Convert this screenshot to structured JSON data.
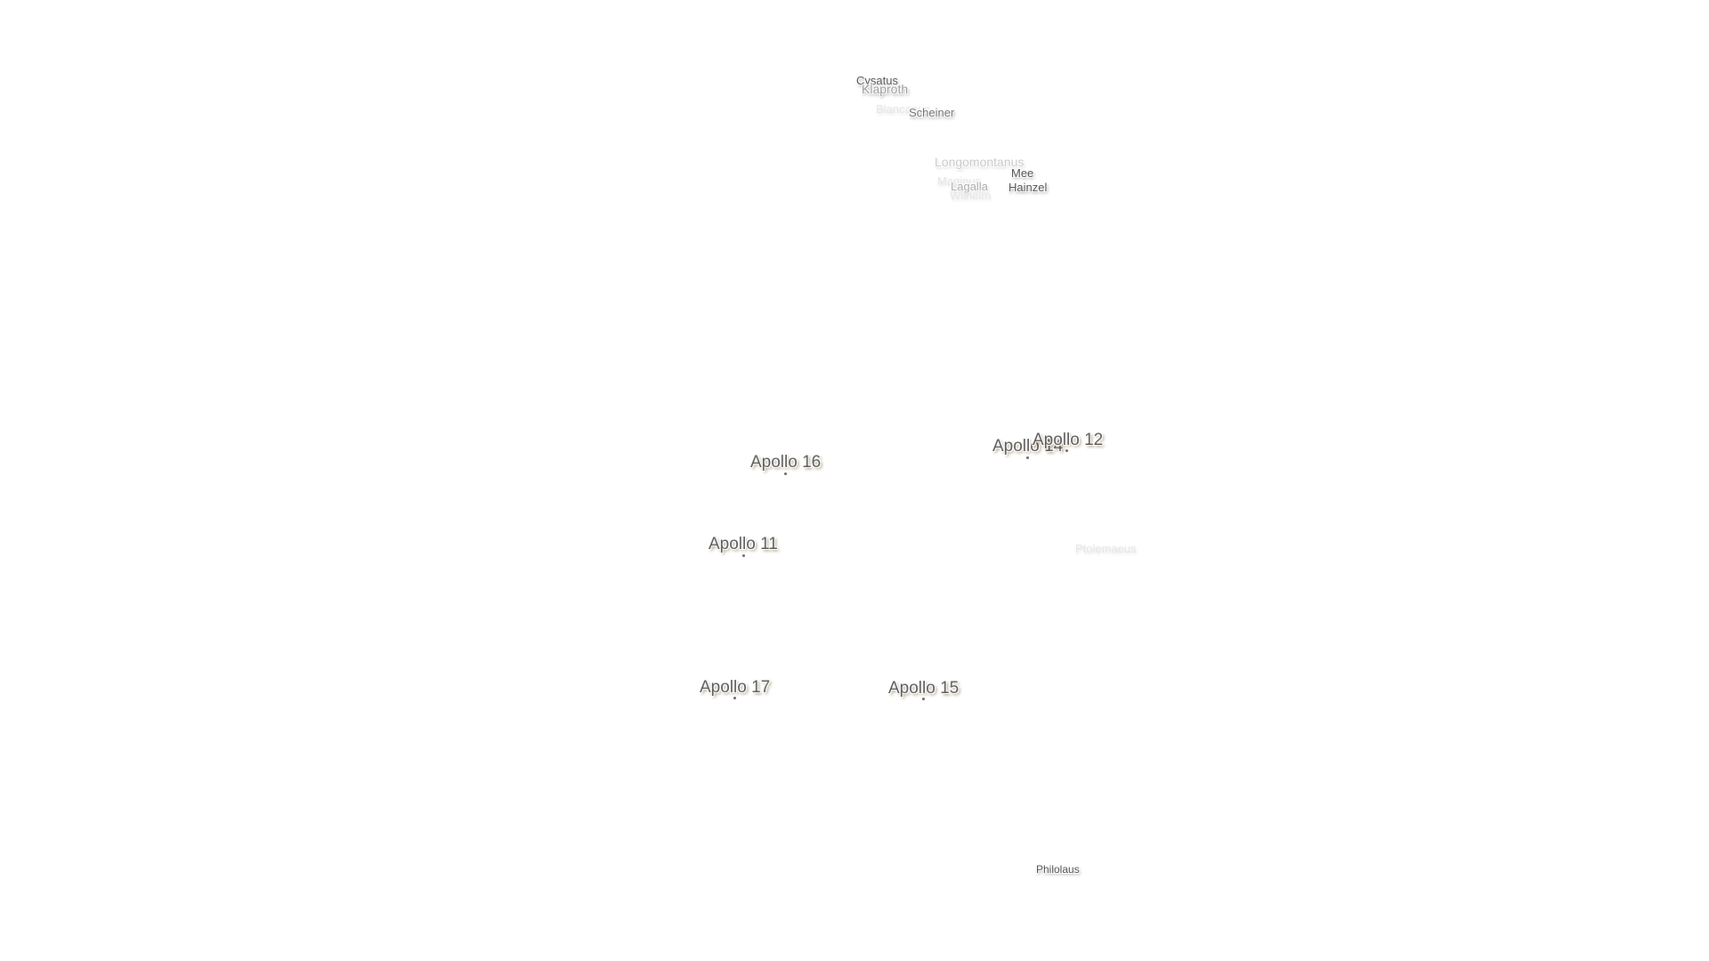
{
  "map": {
    "craters": [
      {
        "id": "cysatus",
        "label": "Cysatus"
      },
      {
        "id": "klaproth",
        "label": "Klaproth"
      },
      {
        "id": "blancanus",
        "label": "Blancanus"
      },
      {
        "id": "scheiner",
        "label": "Scheiner"
      },
      {
        "id": "longomontanus",
        "label": "Longomontanus"
      },
      {
        "id": "mee",
        "label": "Mee"
      },
      {
        "id": "maginus",
        "label": "Maginus"
      },
      {
        "id": "lagalla",
        "label": "Lagalla"
      },
      {
        "id": "hainzel",
        "label": "Hainzel"
      },
      {
        "id": "wilhelm",
        "label": "Wilhelm"
      },
      {
        "id": "ptolemaeus",
        "label": "Ptolemaeus"
      },
      {
        "id": "philolaus",
        "label": "Philolaus"
      }
    ],
    "landing_sites": [
      {
        "id": "apollo-16",
        "label": "Apollo 16"
      },
      {
        "id": "apollo-14",
        "label": "Apollo 14"
      },
      {
        "id": "apollo-12",
        "label": "Apollo 12"
      },
      {
        "id": "apollo-11",
        "label": "Apollo 11"
      },
      {
        "id": "apollo-17",
        "label": "Apollo 17"
      },
      {
        "id": "apollo-15",
        "label": "Apollo 15"
      }
    ]
  }
}
